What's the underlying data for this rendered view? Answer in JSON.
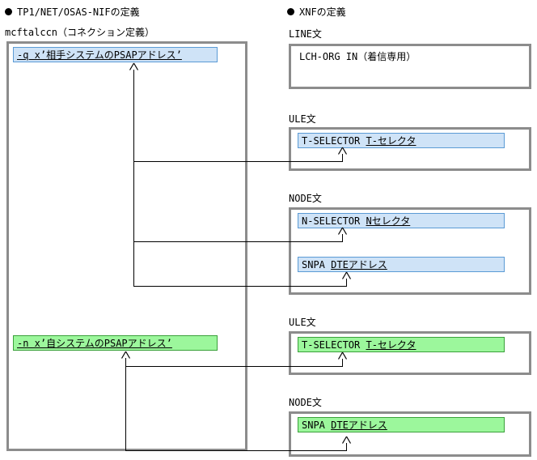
{
  "left_column": {
    "heading": "TP1/NET/OSAS-NIFの定義",
    "sublabel": "mcftalccn（コネクション定義）",
    "items": [
      {
        "text": "-q x’相手システムのPSAPアドレス’",
        "highlight": "blue"
      },
      {
        "text": "-n x’自システムのPSAPアドレス’",
        "highlight": "green"
      }
    ]
  },
  "right_column": {
    "heading": "XNFの定義",
    "sections": [
      {
        "label": "LINE文",
        "rows": [
          {
            "text": "LCH-ORG IN（着信専用）",
            "highlight": "none"
          }
        ]
      },
      {
        "label": "ULE文",
        "rows": [
          {
            "text": "T-SELECTOR T-セレクタ",
            "highlight": "blue"
          }
        ]
      },
      {
        "label": "NODE文",
        "rows": [
          {
            "text": "N-SELECTOR Nセレクタ",
            "highlight": "blue"
          },
          {
            "text": "SNPA DTEアドレス",
            "highlight": "blue"
          }
        ]
      },
      {
        "label": "ULE文",
        "rows": [
          {
            "text": "T-SELECTOR T-セレクタ",
            "highlight": "green"
          }
        ]
      },
      {
        "label": "NODE文",
        "rows": [
          {
            "text": "SNPA DTEアドレス",
            "highlight": "green"
          }
        ]
      }
    ]
  },
  "colors": {
    "highlight_blue_fill": "#cfe3f7",
    "highlight_blue_border": "#5b9bd5",
    "highlight_green_fill": "#9cf79c",
    "highlight_green_border": "#3aa03a",
    "panel_border": "#8c8c8c",
    "connector": "#000000",
    "text": "#000000"
  }
}
